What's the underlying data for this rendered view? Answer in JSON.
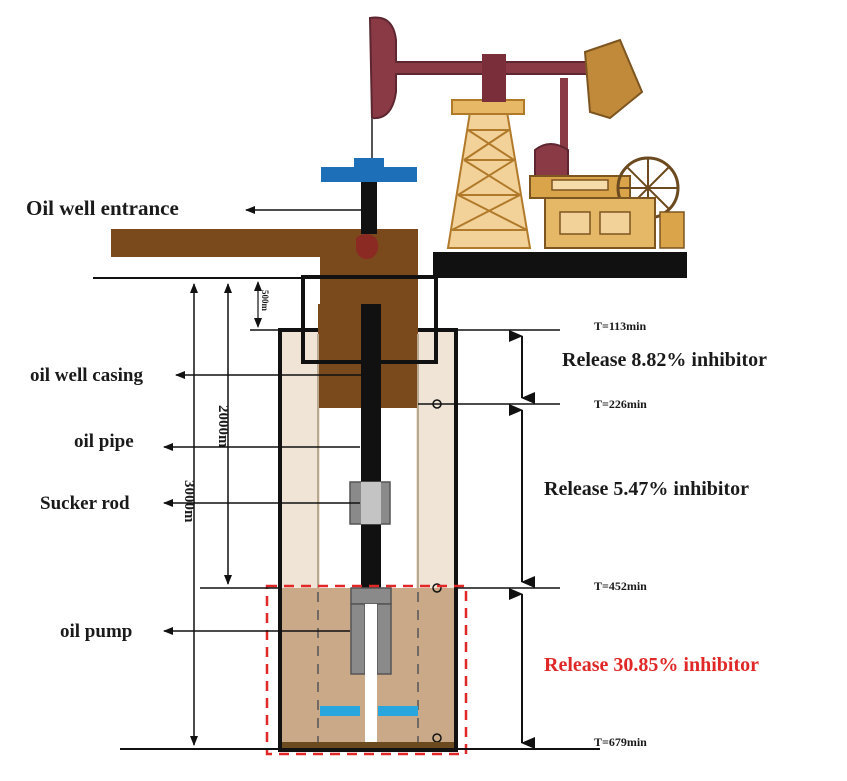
{
  "labels": {
    "entrance": "Oil well entrance",
    "casing": "oil well casing",
    "pipe": "oil pipe",
    "rod": "Sucker rod",
    "pump": "oil pump"
  },
  "dimensions": {
    "d500": "500m",
    "d2000": "2000m",
    "d3000": "3000m"
  },
  "times": {
    "t1": "T=113min",
    "t2": "T=226min",
    "t3": "T=452min",
    "t4": "T=679min"
  },
  "releases": {
    "r1": "Release 8.82% inhibitor",
    "r2": "Release 5.47% inhibitor",
    "r3": "Release 30.85% inhibitor"
  },
  "colors": {
    "highlight": "#e02828",
    "casing_brown": "#7a4a1c",
    "pump_fill": "#c9a988",
    "light_casing": "#efe4d6",
    "pump_frame": "#7a2e3a",
    "tower": "#d9a44a",
    "blue": "#1d6fb8",
    "cyan": "#2aa6df"
  }
}
